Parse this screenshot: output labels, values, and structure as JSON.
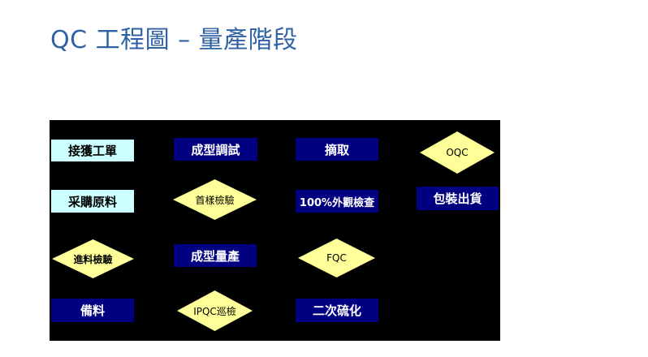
{
  "title": "QC 工程圖 – 量產階段",
  "colors": {
    "title": "#2f62a5",
    "panel": "#000000",
    "light_box": "#ccffff",
    "dark_box": "#000080",
    "diamond_fill": "#ffff99"
  },
  "col1": {
    "work_order": "接獲工單",
    "purchase_materials": "采購原料",
    "incoming_inspection": "進料檢驗",
    "material_prep": "備料"
  },
  "col2": {
    "molding_trial": "成型調試",
    "first_article_inspection": "首樣檢驗",
    "mass_molding": "成型量產",
    "ipqc_patrol": "IPQC巡檢"
  },
  "col3": {
    "pick": "摘取",
    "full_visual_inspection": "100%外觀檢查",
    "fqc": "FQC",
    "secondary_vulcanization": "二次硫化"
  },
  "col4": {
    "oqc": "OQC",
    "pack_ship": "包裝出貨"
  }
}
